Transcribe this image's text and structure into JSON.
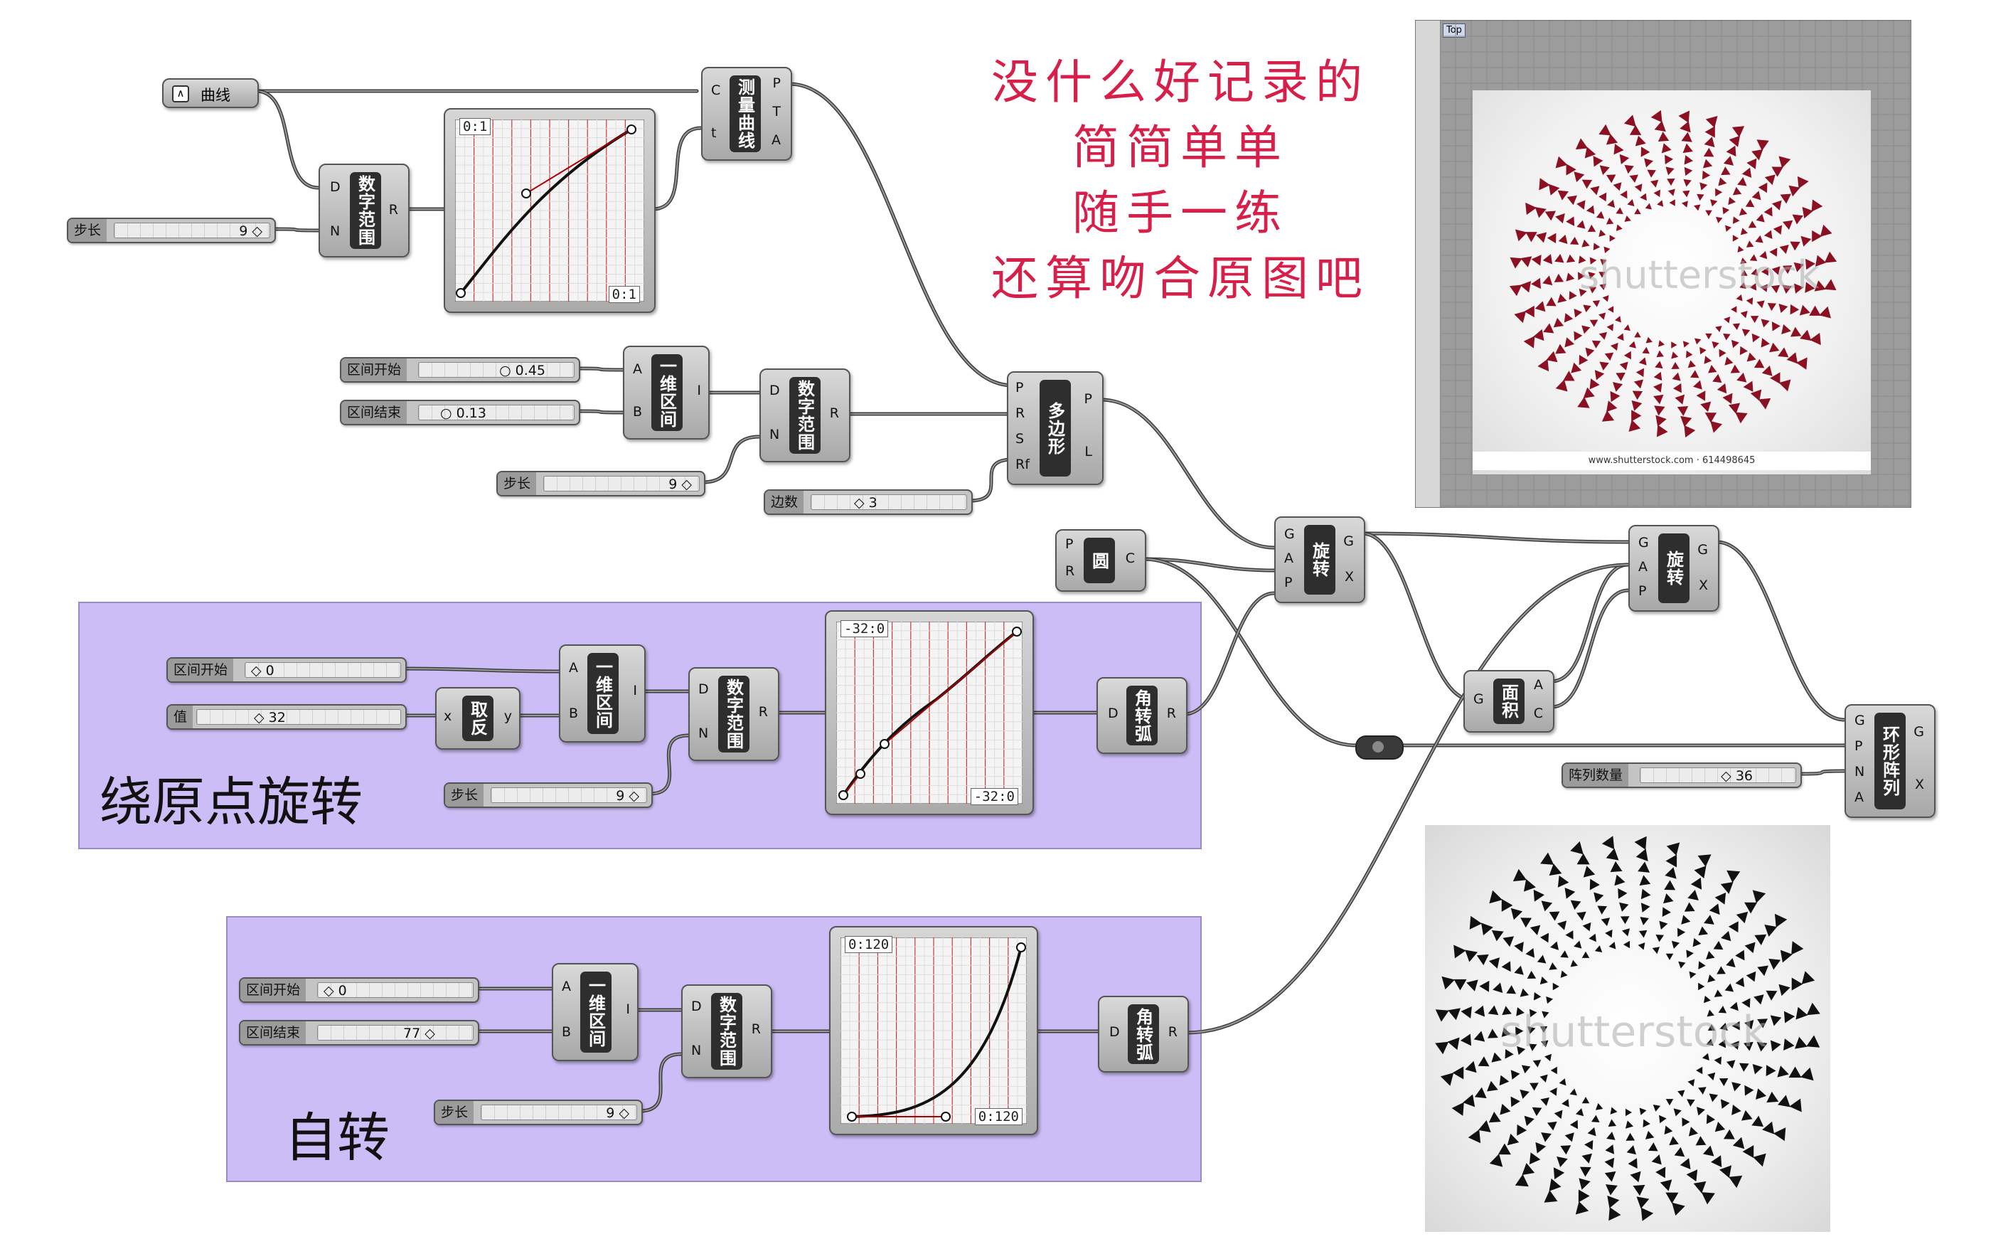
{
  "groups": [
    {
      "label": "绕原点旋转"
    },
    {
      "label": "自转"
    }
  ],
  "note": [
    "没什么好记录的",
    "简简单单",
    "随手一练",
    "还算吻合原图吧"
  ],
  "components": {
    "range1": {
      "name": "数字范围",
      "in": [
        "D",
        "N"
      ],
      "out": [
        "R"
      ]
    },
    "measure": {
      "name": "测量曲线",
      "in": [
        "C",
        "t"
      ],
      "out": [
        "P",
        "T",
        "A"
      ]
    },
    "interval1": {
      "name": "一维区间",
      "in": [
        "A",
        "B"
      ],
      "out": [
        "I"
      ]
    },
    "range2": {
      "name": "数字范围",
      "in": [
        "D",
        "N"
      ],
      "out": [
        "R"
      ]
    },
    "polygon": {
      "name": "多边形",
      "in": [
        "P",
        "R",
        "S",
        "Rf"
      ],
      "out": [
        "P",
        "L"
      ]
    },
    "circle": {
      "name": "圆",
      "in": [
        "P",
        "R"
      ],
      "out": [
        "C"
      ]
    },
    "rotate1": {
      "name": "旋转",
      "in": [
        "G",
        "A",
        "P"
      ],
      "out": [
        "G",
        "X"
      ]
    },
    "rotate2": {
      "name": "旋转",
      "in": [
        "G",
        "A",
        "P"
      ],
      "out": [
        "G",
        "X"
      ]
    },
    "area": {
      "name": "面积",
      "in": [
        "G"
      ],
      "out": [
        "A",
        "C"
      ]
    },
    "polar": {
      "name": "环形阵列",
      "in": [
        "G",
        "P",
        "N",
        "A"
      ],
      "out": [
        "G",
        "X"
      ]
    },
    "negate": {
      "name": "取反",
      "in": [
        "x"
      ],
      "out": [
        "y"
      ]
    },
    "interval2": {
      "name": "一维区间",
      "in": [
        "A",
        "B"
      ],
      "out": [
        "I"
      ]
    },
    "range3": {
      "name": "数字范围",
      "in": [
        "D",
        "N"
      ],
      "out": [
        "R"
      ]
    },
    "radians1": {
      "name": "角转弧",
      "in": [
        "D"
      ],
      "out": [
        "R"
      ]
    },
    "interval3": {
      "name": "一维区间",
      "in": [
        "A",
        "B"
      ],
      "out": [
        "I"
      ]
    },
    "range4": {
      "name": "数字范围",
      "in": [
        "D",
        "N"
      ],
      "out": [
        "R"
      ]
    },
    "radians2": {
      "name": "角转弧",
      "in": [
        "D"
      ],
      "out": [
        "R"
      ]
    }
  },
  "curve_param": {
    "label": "曲线"
  },
  "sliders": {
    "s_step1": {
      "label": "步长",
      "value": "9 ◇"
    },
    "s_start1": {
      "label": "区间开始",
      "value": "○ 0.45"
    },
    "s_end1": {
      "label": "区间结束",
      "value": "○ 0.13"
    },
    "s_step2": {
      "label": "步长",
      "value": "9 ◇"
    },
    "s_sides": {
      "label": "边数",
      "value": "◇ 3"
    },
    "s_start2": {
      "label": "区间开始",
      "value": "◇ 0"
    },
    "s_val": {
      "label": "值",
      "value": "◇ 32"
    },
    "s_step3": {
      "label": "步长",
      "value": "9 ◇"
    },
    "s_count": {
      "label": "阵列数量",
      "value": "◇ 36"
    },
    "s_start3": {
      "label": "区间开始",
      "value": "◇ 0"
    },
    "s_end3": {
      "label": "区间结束",
      "value": "77 ◇"
    },
    "s_step4": {
      "label": "步长",
      "value": "9 ◇"
    }
  },
  "graphs": {
    "g1": {
      "tl": "0:1",
      "br": "0:1"
    },
    "g2": {
      "tl": "-32:0",
      "br": "-32:0"
    },
    "g3": {
      "tl": "0:120",
      "br": "0:120"
    }
  },
  "photo_top": {
    "tab": "Top",
    "watermark": "shutterstock",
    "caption": "www.shutterstock.com · 614498645",
    "dot_color": "#8a1022"
  },
  "photo_bottom": {
    "watermark": "shutterstock",
    "dot_color": "#111111"
  }
}
